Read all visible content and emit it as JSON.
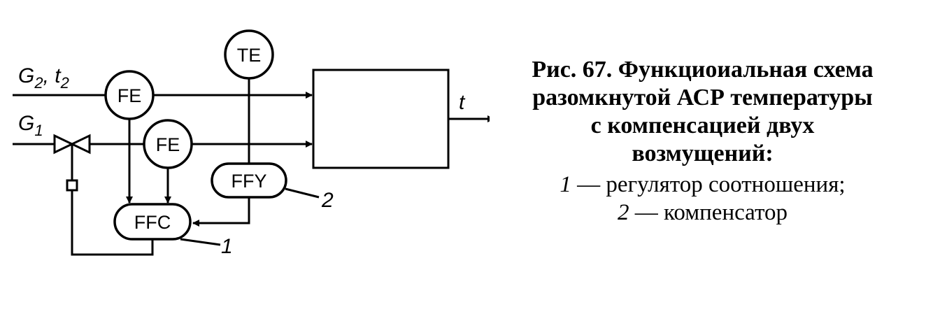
{
  "diagram": {
    "inputs": {
      "g2_symbol": "G",
      "g2_sub": "2",
      "t2_symbol": "t",
      "t2_sub": "2",
      "g1_symbol": "G",
      "g1_sub": "1"
    },
    "output_label": "t",
    "nodes": {
      "fe_top": "FE",
      "fe_bottom": "FE",
      "te": "TE",
      "ffy": "FFY",
      "ffc": "FFC"
    },
    "callouts": {
      "ffc_number": "1",
      "ffy_number": "2"
    }
  },
  "caption": {
    "title_lines": [
      "Рис. 67. Функциоиальная схема",
      "разомкнутой АСР температуры",
      "с компенсацией двух",
      "возмущений:"
    ],
    "legend": [
      {
        "num": "1",
        "text": " — регулятор соотношения;"
      },
      {
        "num": "2",
        "text": " — компенсатор"
      }
    ]
  }
}
